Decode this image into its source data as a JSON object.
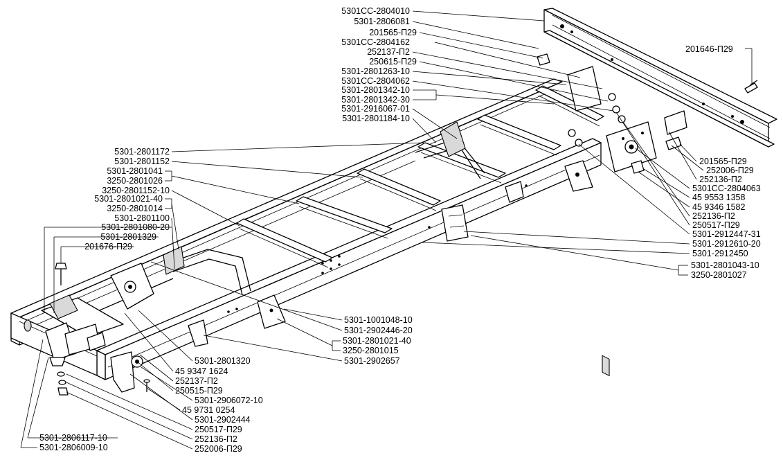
{
  "labels": {
    "l01": "5301СС-2804010",
    "l02": "5301-2806081",
    "l03": "201565-П29",
    "l04": "5301СС-2804162",
    "l05": "252137-П2",
    "l06": "250615-П29",
    "l07": "5301-2801263-10",
    "l08": "5301СС-2804062",
    "l09": "5301-2801342-10",
    "l10": "5301-2801342-30",
    "l11": "5301-2916067-01",
    "l12": "5301-2801184-10",
    "l13": "201646-П29",
    "l14": "5301-2801172",
    "l15": "5301-2801152",
    "l16": "5301-2801041",
    "l17": "3250-2801026",
    "l18": "3250-2801152-10",
    "l19": "5301-2801021-40",
    "l20": "3250-2801014",
    "l21": "5301-2801100",
    "l22": "5301-2801080-20",
    "l23": "5301-2801329",
    "l24": "201676-П29",
    "l25": "201565-П29",
    "l26": "252006-П29",
    "l27": "252136-П2",
    "l28": "5301СС-2804063",
    "l29": "45 9553 1358",
    "l30": "45 9346 1582",
    "l31": "252136-П2",
    "l32": "250517-П29",
    "l33": "5301-2912447-31",
    "l34": "5301-2912610-20",
    "l35": "5301-2912450",
    "l36": "5301-2801043-10",
    "l37": "3250-2801027",
    "l38": "5301-1001048-10",
    "l39": "5301-2902446-20",
    "l40": "5301-2801021-40",
    "l41": "3250-2801015",
    "l42": "5301-2902657",
    "l43": "5301-2801320",
    "l44": "45 9347 1624",
    "l45": "252137-П2",
    "l46": "250515-П29",
    "l47": "5301-2906072-10",
    "l48": "45 9731 0254",
    "l49": "5301-2902444",
    "l50": "250517-П29",
    "l51": "252136-П2",
    "l52": "252006-П29",
    "l53": "5301-2806117-10",
    "l54": "5301-2806009-10"
  }
}
